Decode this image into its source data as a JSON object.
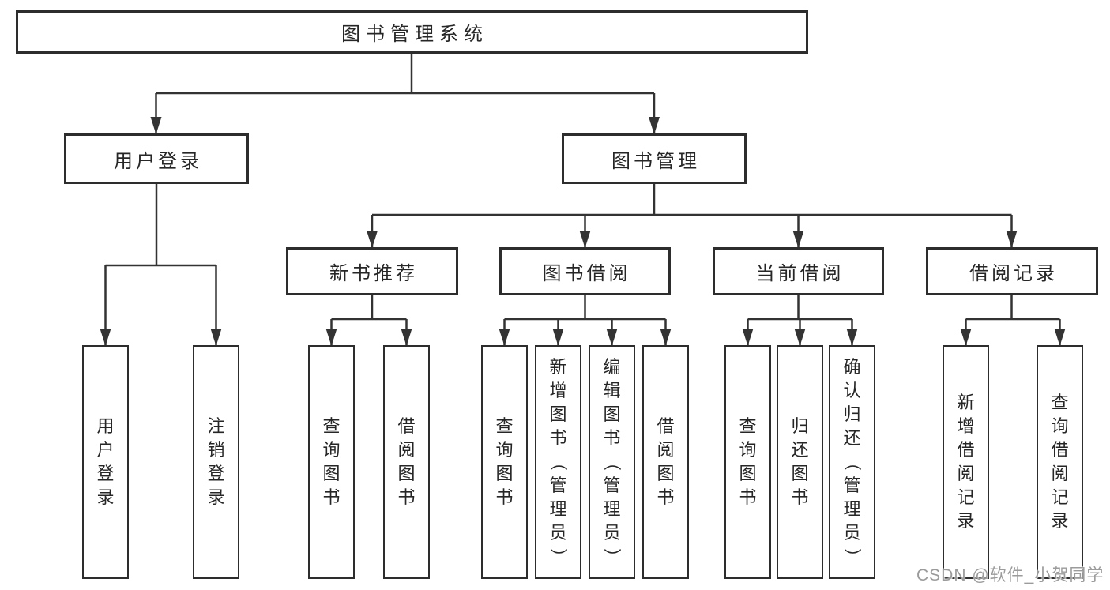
{
  "tree": {
    "label": "图书管理系统",
    "children": [
      {
        "label": "用户登录",
        "children": [
          {
            "label": "用户登录"
          },
          {
            "label": "注销登录"
          }
        ]
      },
      {
        "label": "图书管理",
        "children": [
          {
            "label": "新书推荐",
            "children": [
              {
                "label": "查询图书"
              },
              {
                "label": "借阅图书"
              }
            ]
          },
          {
            "label": "图书借阅",
            "children": [
              {
                "label": "查询图书"
              },
              {
                "label": "新增图书（管理员）"
              },
              {
                "label": "编辑图书（管理员）"
              },
              {
                "label": "借阅图书"
              }
            ]
          },
          {
            "label": "当前借阅",
            "children": [
              {
                "label": "查询图书"
              },
              {
                "label": "归还图书"
              },
              {
                "label": "确认归还（管理员）"
              }
            ]
          },
          {
            "label": "借阅记录",
            "children": [
              {
                "label": "新增借阅记录"
              },
              {
                "label": "查询借阅记录"
              }
            ]
          }
        ]
      }
    ]
  },
  "watermark": {
    "text": "CSDN @软件_小贺同学"
  },
  "colors": {
    "line": "#333333",
    "box_border": "#2d2d2d",
    "box_fill": "#ffffff",
    "text": "#262626",
    "watermark": "#9b9b9b"
  }
}
